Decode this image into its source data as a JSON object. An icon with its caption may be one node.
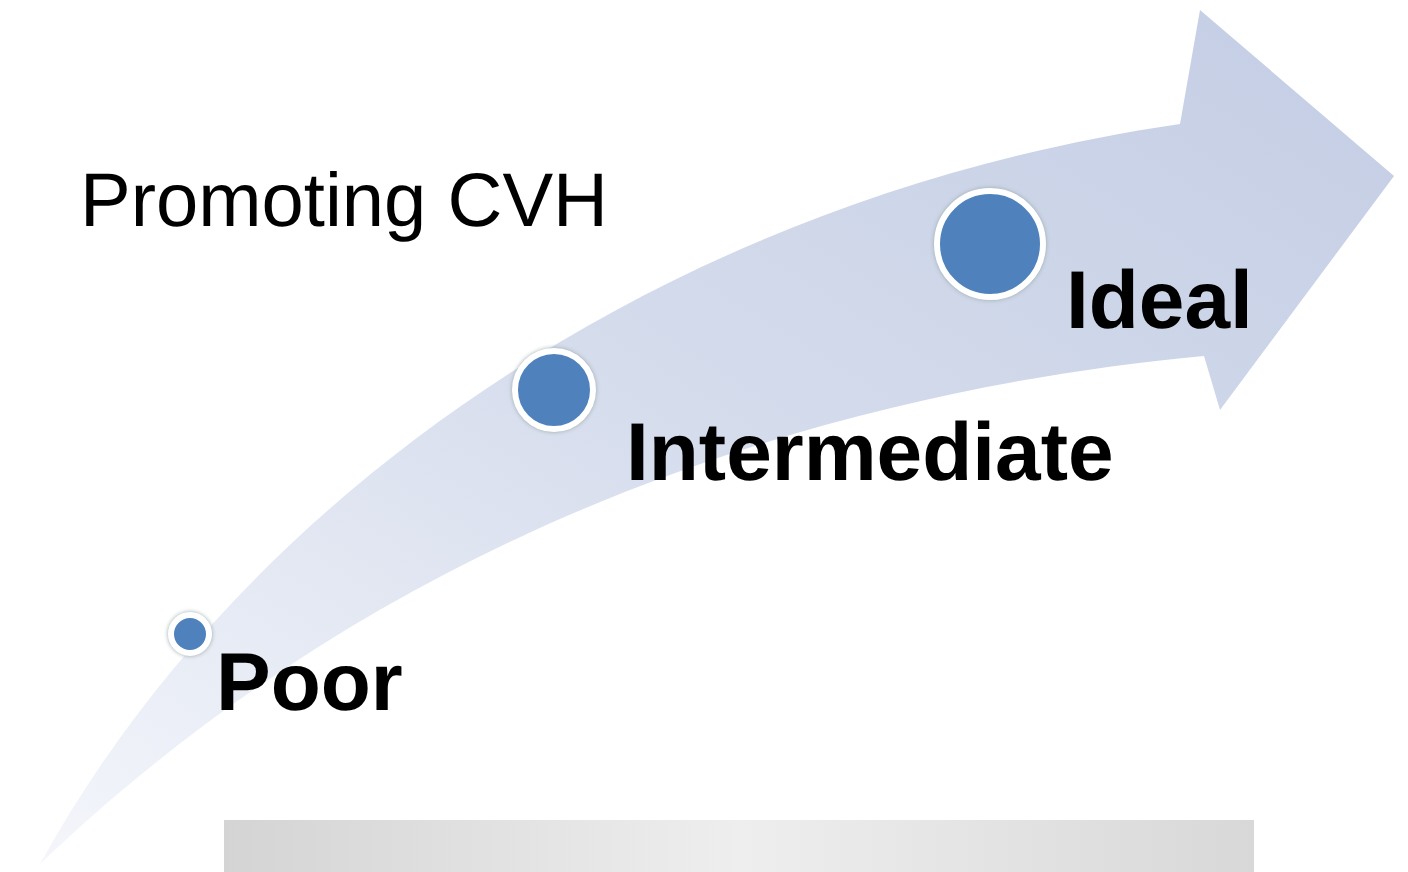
{
  "diagram": {
    "title": "Promoting CVH",
    "nodes": [
      {
        "text": [],
        "shape": "circle",
        "beside": [
          "Poor"
        ]
      },
      {
        "text": [],
        "shape": "circle",
        "beside": [
          "Intermediate"
        ]
      },
      {
        "text": [],
        "shape": "circle",
        "beside": [
          "Ideal"
        ]
      }
    ]
  }
}
